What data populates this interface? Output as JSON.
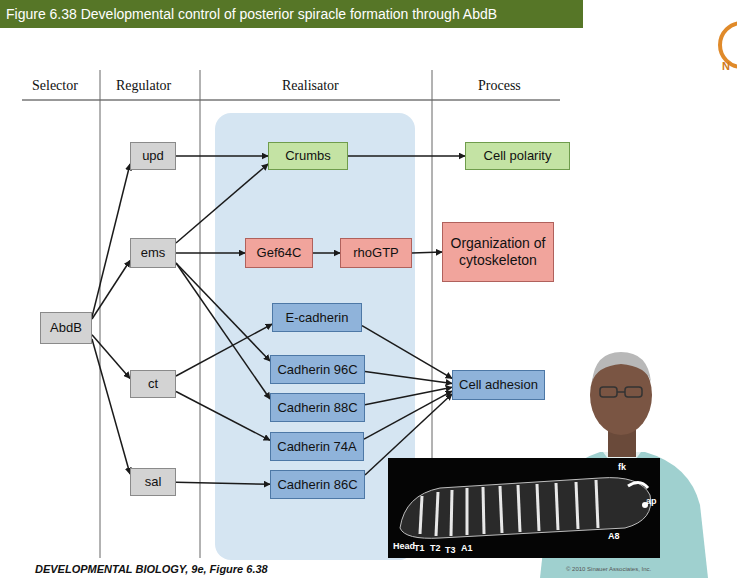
{
  "diagram": {
    "title": "Figure 6.38 Developmental control of posterior spiracle formation through AbdB",
    "caption": "DEVELOPMENTAL BIOLOGY, 9e, Figure 6.38",
    "nodes": [
      {
        "text": [
          "upd"
        ]
      },
      {
        "text": [
          "Crumbs"
        ]
      },
      {
        "text": [
          "Cell polarity"
        ]
      },
      {
        "text": [
          "ems"
        ]
      },
      {
        "text": [
          "Gef64C"
        ]
      },
      {
        "text": [
          "rhoGTP"
        ]
      },
      {
        "text": [
          "Organization of cytoskeleton"
        ]
      },
      {
        "text": [
          "AbdB"
        ]
      },
      {
        "text": [
          "E-cadherin"
        ]
      },
      {
        "text": [
          "Cadherin 96C"
        ]
      },
      {
        "text": [
          "Cadherin 88C"
        ]
      },
      {
        "text": [
          "ct"
        ]
      },
      {
        "text": [
          "Cadherin 74A"
        ]
      },
      {
        "text": [
          "Cell adhesion"
        ]
      },
      {
        "text": [
          "sal"
        ]
      },
      {
        "text": [
          "Cadherin 86C"
        ]
      }
    ],
    "edges": [
      {
        "from": 7,
        "to": 0,
        "arrow": "to"
      },
      {
        "from": 7,
        "to": 3,
        "arrow": "to"
      },
      {
        "from": 7,
        "to": 11,
        "arrow": "to"
      },
      {
        "from": 7,
        "to": 14,
        "arrow": "to"
      },
      {
        "from": 0,
        "to": 1,
        "arrow": "to"
      },
      {
        "from": 3,
        "to": 1,
        "arrow": "to"
      },
      {
        "from": 1,
        "to": 2,
        "arrow": "to"
      },
      {
        "from": 3,
        "to": 4,
        "arrow": "to"
      },
      {
        "from": 4,
        "to": 5,
        "arrow": "to"
      },
      {
        "from": 5,
        "to": 6,
        "arrow": "to"
      },
      {
        "from": 3,
        "to": 9,
        "arrow": "to"
      },
      {
        "from": 3,
        "to": 10,
        "arrow": "to"
      },
      {
        "from": 11,
        "to": 8,
        "arrow": "to"
      },
      {
        "from": 11,
        "to": 12,
        "arrow": "to"
      },
      {
        "from": 14,
        "to": 15,
        "arrow": "to"
      },
      {
        "from": 8,
        "to": 13,
        "arrow": "to"
      },
      {
        "from": 9,
        "to": 13,
        "arrow": "to"
      },
      {
        "from": 10,
        "to": 13,
        "arrow": "to"
      },
      {
        "from": 12,
        "to": 13,
        "arrow": "to"
      },
      {
        "from": 15,
        "to": 13,
        "arrow": "to"
      }
    ],
    "labels": [
      "Selector",
      "Regulator",
      "Realisator",
      "Process",
      "Head",
      "T1",
      "T2",
      "T3",
      "A1",
      "A8",
      "fk",
      "ap",
      "© 2010 Sinauer Associates, Inc.",
      "N"
    ]
  }
}
